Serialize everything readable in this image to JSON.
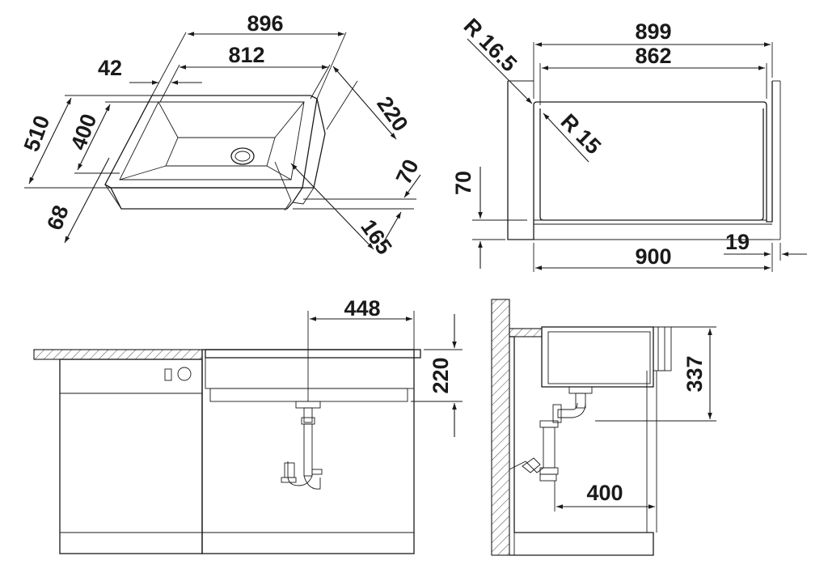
{
  "views": {
    "isometric": {
      "width_outer": "896",
      "width_inner": "812",
      "rim_offset": "42",
      "depth_outer": "510",
      "depth_inner": "400",
      "front_drop": "68",
      "bowl_height": "220",
      "apron_height": "70",
      "apron_depth": "165"
    },
    "front_section": {
      "outer_width": "899",
      "inner_width": "862",
      "outer_radius": "R 16.5",
      "inner_radius": "R 15",
      "apron_height": "70",
      "cutout_width": "900",
      "edge_gap": "19"
    },
    "installation_front": {
      "drain_offset": "448",
      "bowl_depth": "220"
    },
    "installation_side": {
      "total_depth": "337",
      "drain_projection": "400"
    }
  }
}
